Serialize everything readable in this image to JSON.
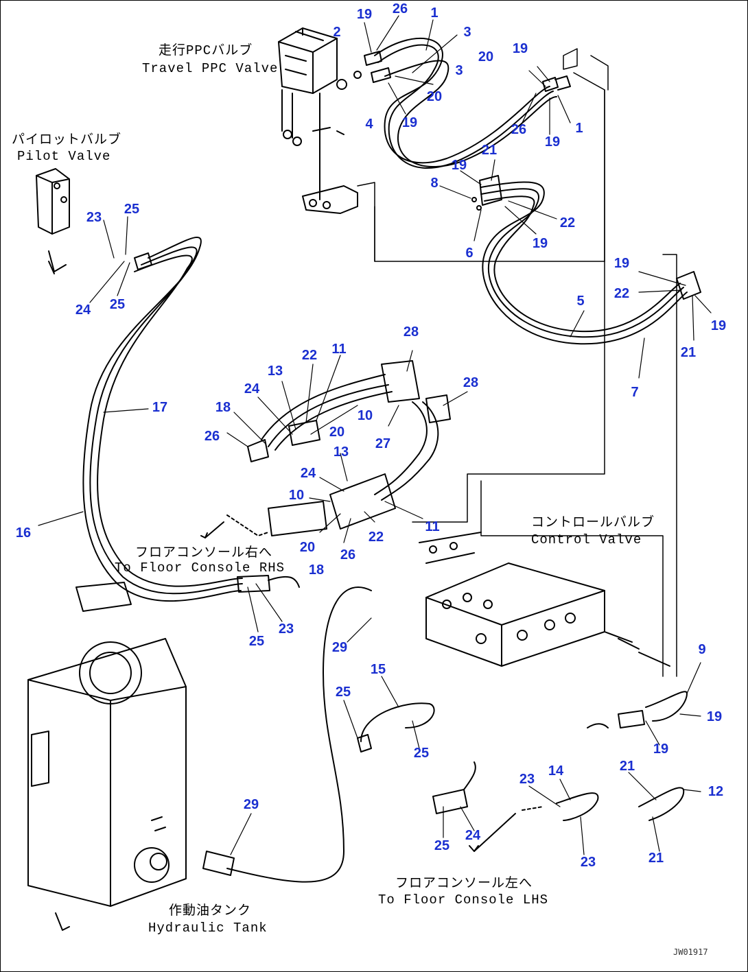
{
  "colors": {
    "line": "#000000",
    "callout": "#1a2fd0",
    "background": "#ffffff"
  },
  "labels": {
    "travel_ppc_jp": "走行PPCバルブ",
    "travel_ppc_en": "Travel PPC Valve",
    "pilot_valve_jp": "パイロットバルブ",
    "pilot_valve_en": "Pilot Valve",
    "control_valve_jp": "コントロールバルブ",
    "control_valve_en": "Control Valve",
    "floor_rhs_jp": "フロアコンソール右へ",
    "floor_rhs_en": "To Floor Console RHS",
    "floor_lhs_jp": "フロアコンソール左へ",
    "floor_lhs_en": "To Floor Console LHS",
    "hydraulic_tank_jp": "作動油タンク",
    "hydraulic_tank_en": "Hydraulic Tank"
  },
  "drawing_code": "JW01917",
  "callouts": [
    "19",
    "26",
    "1",
    "2",
    "3",
    "4",
    "20",
    "19",
    "3",
    "20",
    "19",
    "1",
    "26",
    "19",
    "21",
    "19",
    "8",
    "22",
    "19",
    "6",
    "19",
    "22",
    "19",
    "21",
    "5",
    "7",
    "28",
    "22",
    "11",
    "13",
    "24",
    "18",
    "26",
    "10",
    "20",
    "28",
    "27",
    "13",
    "24",
    "10",
    "11",
    "22",
    "20",
    "26",
    "18",
    "17",
    "23",
    "25",
    "24",
    "25",
    "16",
    "25",
    "23",
    "29",
    "15",
    "25",
    "25",
    "9",
    "19",
    "19",
    "21",
    "12",
    "21",
    "23",
    "14",
    "23",
    "25",
    "24",
    "29"
  ]
}
